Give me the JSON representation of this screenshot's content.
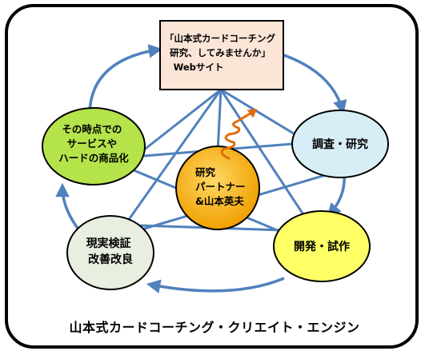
{
  "nodes": {
    "website": {
      "lines": [
        "「山本式カードコーチング",
        "研究、してみませんか」",
        "Webサイト"
      ],
      "fill": "#fbe5d6"
    },
    "research": {
      "lines": [
        "調査・研究"
      ],
      "fill": "#d7eef7"
    },
    "development": {
      "lines": [
        "開発・試作"
      ],
      "fill": "#ffff66"
    },
    "verification": {
      "lines": [
        "現実検証",
        "改善改良"
      ],
      "fill": "#e8efe0"
    },
    "productization": {
      "lines": [
        "その時点での",
        "サービスや",
        "ハードの商品化"
      ],
      "fill": "#b5e34a"
    },
    "center": {
      "lines": [
        "研究",
        "パートナー",
        "&山本英夫"
      ],
      "fill": "#ffb300"
    }
  },
  "caption": "山本式カードコーチング・クリエイト・エンジン",
  "colors": {
    "arrow": "#4f81bd",
    "border": "#000000",
    "spiral": "#e36c09"
  }
}
